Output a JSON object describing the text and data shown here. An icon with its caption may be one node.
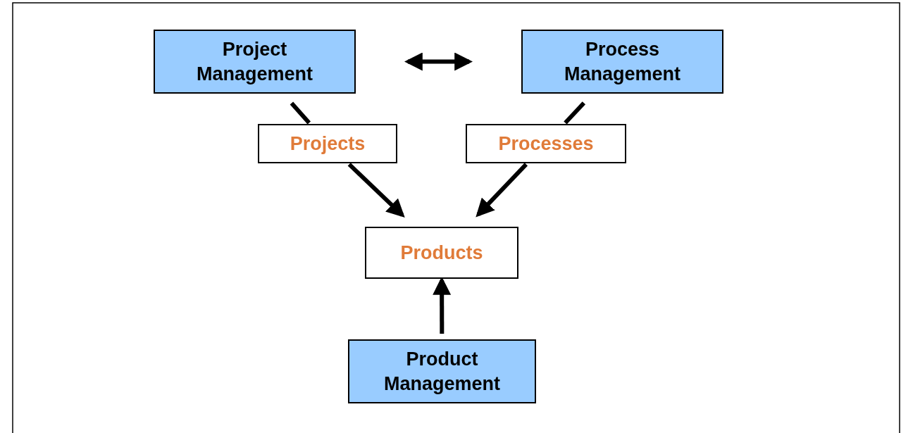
{
  "diagram": {
    "nodes": [
      {
        "text": [
          "Project Management"
        ]
      },
      {
        "text": [
          "Process Management"
        ]
      },
      {
        "text": [
          "Projects"
        ]
      },
      {
        "text": [
          "Processes"
        ]
      },
      {
        "text": [
          "Products"
        ]
      },
      {
        "text": [
          "Product Management"
        ]
      }
    ],
    "edges": [
      {
        "from": 0,
        "to": 1,
        "arrow": "both"
      },
      {
        "from": 0,
        "to": 2,
        "arrow": "none"
      },
      {
        "from": 2,
        "to": 4,
        "arrow": "to"
      },
      {
        "from": 1,
        "to": 3,
        "arrow": "none"
      },
      {
        "from": 3,
        "to": 4,
        "arrow": "to"
      },
      {
        "from": 5,
        "to": 4,
        "arrow": "to"
      }
    ]
  }
}
